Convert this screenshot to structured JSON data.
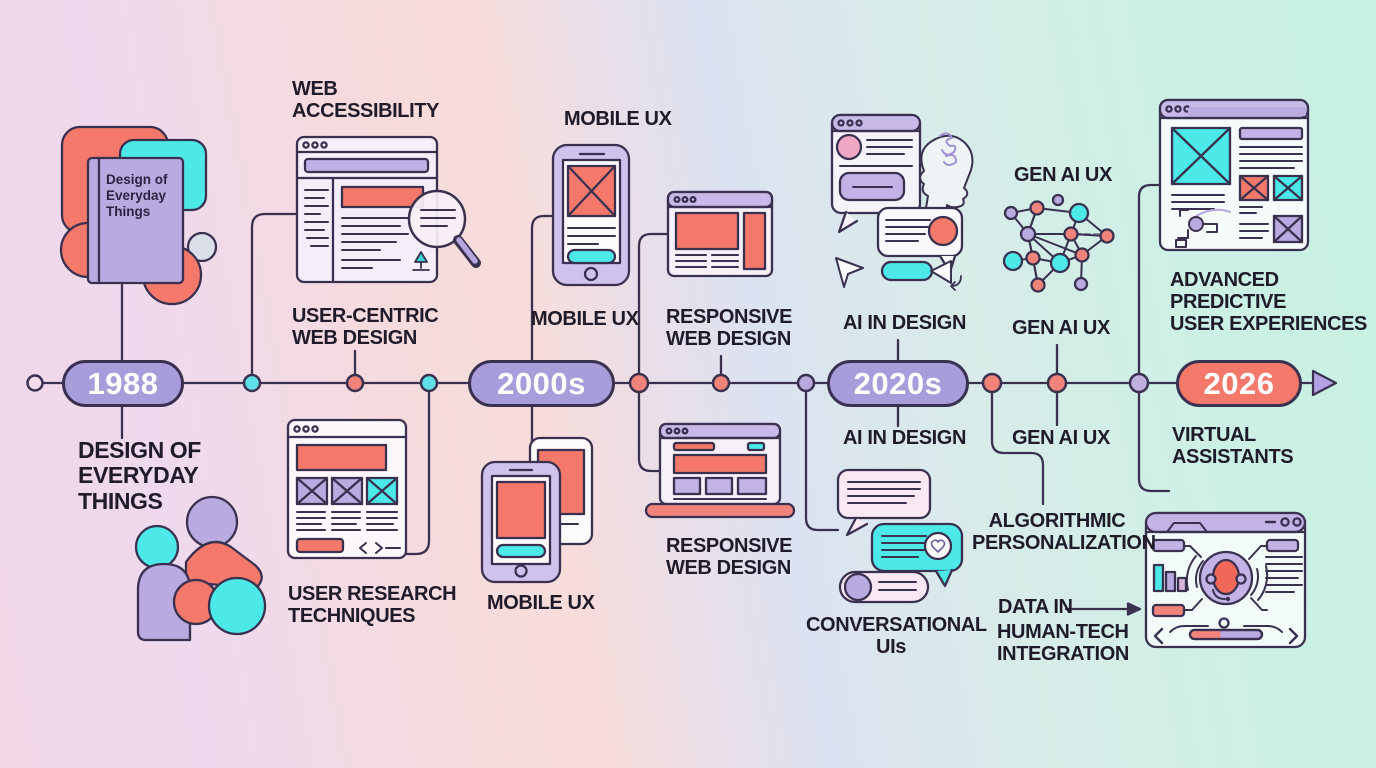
{
  "infographic": {
    "subject": "UX design history timeline",
    "palette": {
      "purple": "#a99cda",
      "purple_light": "#c9b9e8",
      "coral": "#f4796b",
      "cyan": "#4de9e9",
      "pink": "#efa9c4",
      "outline_ink": "#3a3150",
      "label_ink": "#201b2b"
    }
  },
  "timeline": {
    "direction": "left-to-right",
    "nodes": [
      {
        "label": "1988",
        "style": "purple-pill"
      },
      {
        "label": "2000s",
        "style": "purple-pill"
      },
      {
        "label": "2020s",
        "style": "purple-pill"
      },
      {
        "label": "2026",
        "style": "coral-pill"
      }
    ]
  },
  "book_cover": {
    "title": "Design of\nEveryday\nThings"
  },
  "milestones_above": {
    "web_accessibility": "WEB\nACCESSIBILITY",
    "user_centric_web_design": "USER-CENTRIC\nWEB DESIGN",
    "mobile_ux_heading": "MOBILE UX",
    "mobile_ux": "MOBILE UX",
    "responsive_web_design": "RESPONSIVE\nWEB DESIGN",
    "ai_in_design": "AI IN DESIGN",
    "gen_ai_ux_heading": "GEN AI UX",
    "gen_ai_ux": "GEN AI UX",
    "advanced_predictive": "ADVANCED\nPREDICTIVE\nUSER EXPERIENCES"
  },
  "milestones_below": {
    "design_of_everyday_things": "DESIGN OF\nEVERYDAY\nTHINGS",
    "user_research_techniques": "USER RESEARCH\nTECHNIQUES",
    "mobile_ux": "MOBILE UX",
    "responsive_web_design": "RESPONSIVE\nWEB DESIGN",
    "ai_in_design": "AI IN DESIGN",
    "conversational_uis": "CONVERSATIONAL\nUIs",
    "gen_ai_ux": "GEN AI UX",
    "algorithmic_personalization": "ALGORITHMIC\nPERSONALIZATION",
    "data_in": "DATA IN",
    "human_tech_integration": "HUMAN-TECH\nINTEGRATION",
    "virtual_assistants": "VIRTUAL\nASSISTANTS"
  }
}
